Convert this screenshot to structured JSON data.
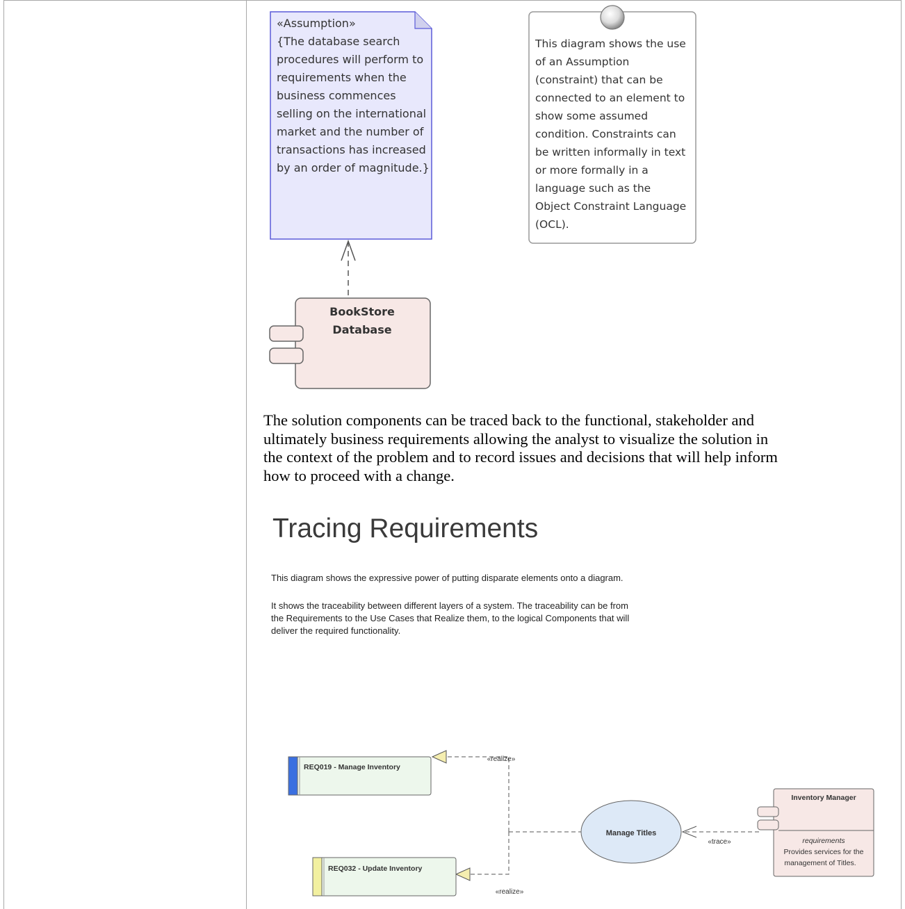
{
  "assumption_note": {
    "stereotype": "«Assumption»",
    "lines": [
      "{The database search",
      "procedures will perform to",
      "requirements when the",
      "business commences",
      "selling on the international",
      "market and the number of",
      "transactions has increased",
      "by an order of magnitude.}"
    ]
  },
  "info_note": {
    "lines": [
      "This diagram shows the use",
      "of an Assumption",
      "(constraint) that can be",
      "connected to an element to",
      "show some assumed",
      "condition. Constraints can",
      "be written informally in text",
      "or more formally in a",
      "language such as the",
      "Object Constraint Language",
      "(OCL)."
    ]
  },
  "component_bookstore": {
    "line1": "BookStore",
    "line2": "Database"
  },
  "paragraph": {
    "lines": [
      "The solution components can be traced back to the functional, stakeholder and",
      "ultimately business requirements allowing the analyst to visualize the solution in",
      "the context of the problem and to record issues and decisions that will help inform",
      "how to proceed with a change."
    ]
  },
  "tracing": {
    "title": "Tracing Requirements",
    "desc1": "This diagram shows the expressive power of putting disparate elements onto a diagram.",
    "desc2_lines": [
      "It shows the traceability between different layers of a system.   The traceability can be from",
      "the Requirements to the Use Cases that Realize them, to the logical Components that will",
      "deliver the required functionality."
    ],
    "req1": {
      "label": "REQ019 - Manage Inventory",
      "bar_color": "#3a6fe0"
    },
    "req2": {
      "label": "REQ032 - Update Inventory",
      "bar_color": "#f2f0a0"
    },
    "usecase": "Manage Titles",
    "component": {
      "name": "Inventory Manager",
      "compartment_title": "requirements",
      "compartment_lines": [
        "Provides services for the",
        "management of Titles."
      ]
    },
    "realize_top": "«realize»",
    "realize_bottom": "«realize»",
    "trace": "«trace»"
  },
  "colors": {
    "assumption_fill": "#e8e8fc",
    "assumption_stroke": "#5a5ad8",
    "component_fill": "#f7e8e6",
    "requirement_fill": "#edf7ec",
    "usecase_fill": "#dde9f7"
  }
}
